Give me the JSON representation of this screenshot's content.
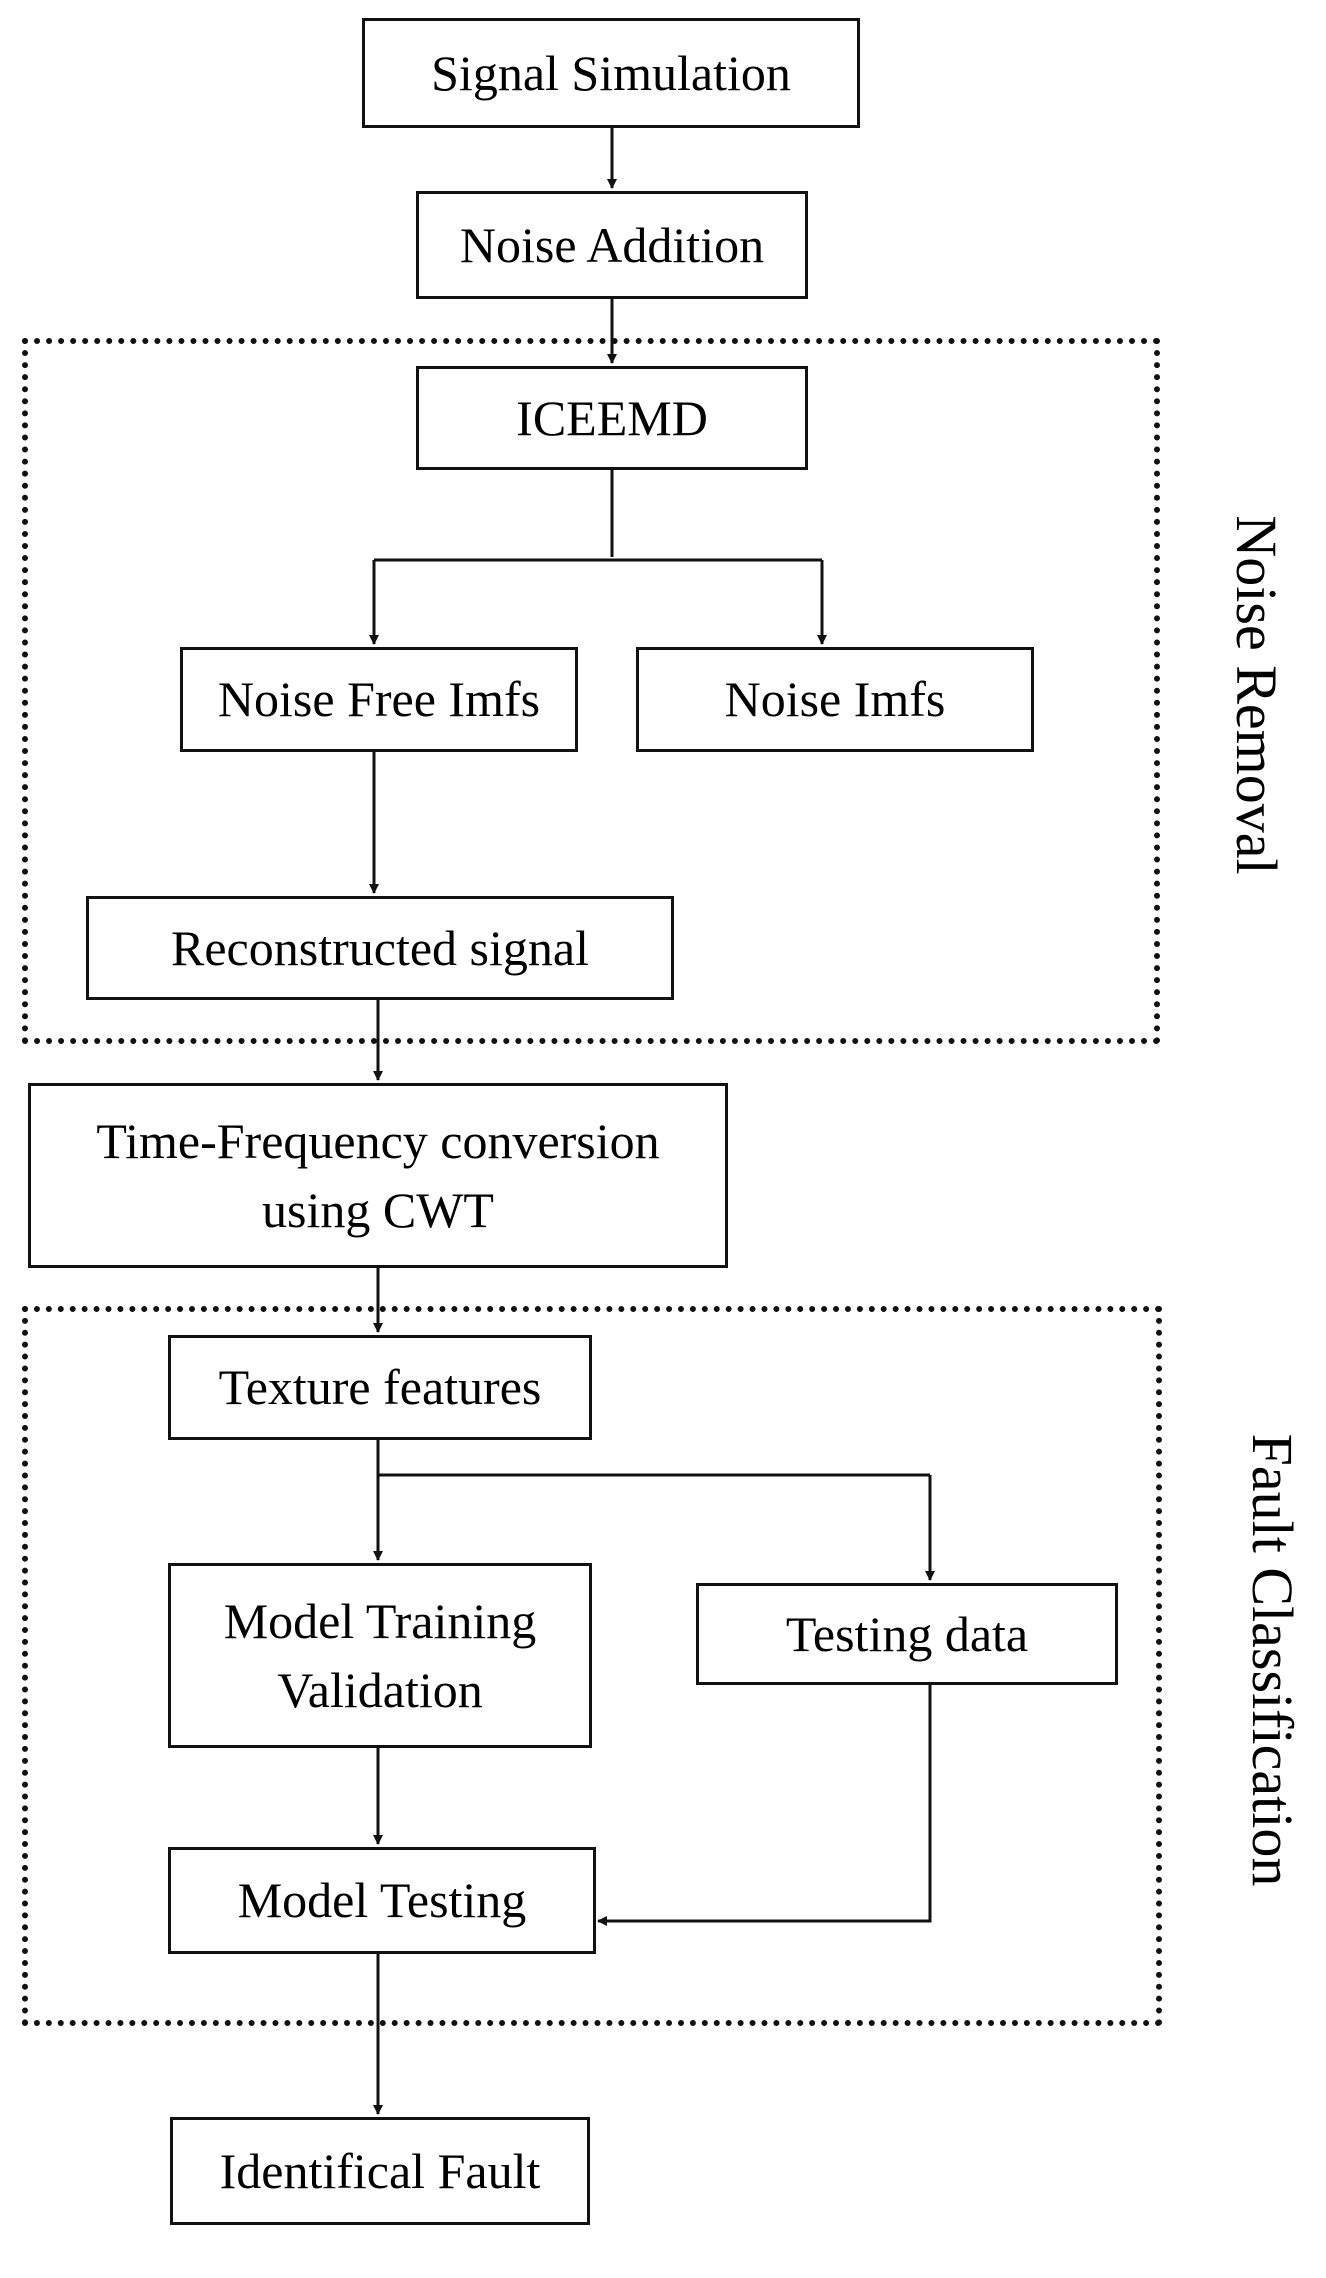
{
  "nodes": {
    "signal_simulation": "Signal Simulation",
    "noise_addition": "Noise Addition",
    "iceemd": "ICEEMD",
    "noise_free_imfs": "Noise Free Imfs",
    "noise_imfs": "Noise Imfs",
    "reconstructed_signal": "Reconstructed signal",
    "time_frequency_line1": "Time-Frequency conversion",
    "time_frequency_line2": "using CWT",
    "texture_features": "Texture features",
    "model_training_line1": "Model Training",
    "model_training_line2": "Validation",
    "testing_data": "Testing data",
    "model_testing": "Model Testing",
    "identifical_fault": "Identifical Fault"
  },
  "regions": {
    "noise_removal": "Noise Removal",
    "fault_classification": "Fault Classification"
  },
  "colors": {
    "line": "#111111",
    "background": "#ffffff"
  }
}
